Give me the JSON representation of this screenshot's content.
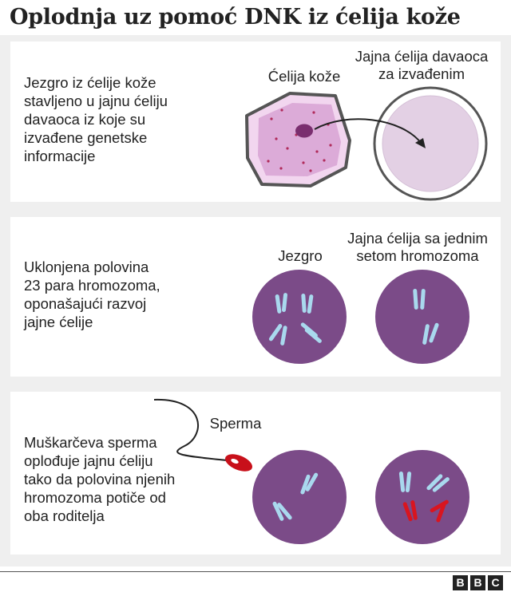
{
  "title": "Oplodnja uz pomoć DNK iz ćelija kože",
  "colors": {
    "panel_background": "#efefef",
    "skin_cell": "#e8c3e4",
    "nucleus": "#7a3a78",
    "egg_cell": "#e6d2e6",
    "cell_purple": "#7c4a8a",
    "chromosome": "#a9d9ee",
    "chromosome_paternal": "#d9151f",
    "sperm": "#c8101a"
  },
  "steps": [
    {
      "description_lines": [
        "Jezgro iz ćelije kože",
        "stavljeno u jajnu ćeliju",
        "davaoca iz koje su",
        "izvađene genetske",
        "informacije"
      ],
      "labels": {
        "skin_cell": "Ćelija kože",
        "egg_cell_lines": [
          "Jajna ćelija davaoca",
          "za izvađenim"
        ]
      }
    },
    {
      "description_lines": [
        "Uklonjena polovina",
        "23 para hromozoma,",
        "oponašajući razvoj",
        "jajne ćelije"
      ],
      "labels": {
        "nucleus": "Jezgro",
        "egg_cell_lines": [
          "Jajna ćelija sa jednim",
          "setom hromozoma"
        ]
      }
    },
    {
      "description_lines": [
        "Muškarčeva sperma",
        "oplođuje jajnu ćeliju",
        "tako da polovina njenih",
        "hromozoma potiče od",
        "oba roditelja"
      ],
      "labels": {
        "sperm": "Sperma"
      }
    }
  ],
  "logo": [
    "B",
    "B",
    "C"
  ]
}
